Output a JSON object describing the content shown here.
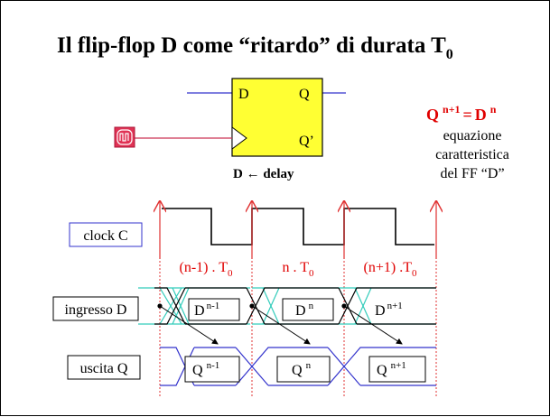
{
  "title": {
    "main": "Il flip-flop D come “ritardo” di durata T",
    "subscript": "0"
  },
  "flipflop": {
    "pin_d": "D",
    "pin_q": "Q",
    "pin_qbar": "Q’",
    "label_d": "D",
    "label_arrow": "←",
    "label_delay": "delay",
    "body_color": "#ffff33",
    "line_color": "#3333cc",
    "clock_color": "#cc3355"
  },
  "equation": {
    "lhs": "Q",
    "lhs_sup": "n+1",
    "equals": "=",
    "rhs": "D",
    "rhs_sup": "n",
    "caption": [
      "equazione",
      "caratteristica",
      "del FF “D”"
    ]
  },
  "timing": {
    "clock_label": "clock C",
    "input_label": "ingresso D",
    "output_label": "uscita Q",
    "periods": [
      {
        "text": "(n-1) . T",
        "sub": "0"
      },
      {
        "text": "n . T",
        "sub": "0"
      },
      {
        "text": "(n+1) .T",
        "sub": "0"
      }
    ],
    "input_values": [
      {
        "base": "D",
        "sup": "n-1"
      },
      {
        "base": "D",
        "sup": "n"
      },
      {
        "base": "D",
        "sup": "n+1"
      }
    ],
    "output_values": [
      {
        "base": "Q",
        "sup": "n-1"
      },
      {
        "base": "Q",
        "sup": "n"
      },
      {
        "base": "Q",
        "sup": "n+1"
      }
    ],
    "colors": {
      "clock_edge": "#e03030",
      "input_line": "#33ccbb",
      "output_line": "#3333cc",
      "period_text": "#e00000"
    }
  }
}
